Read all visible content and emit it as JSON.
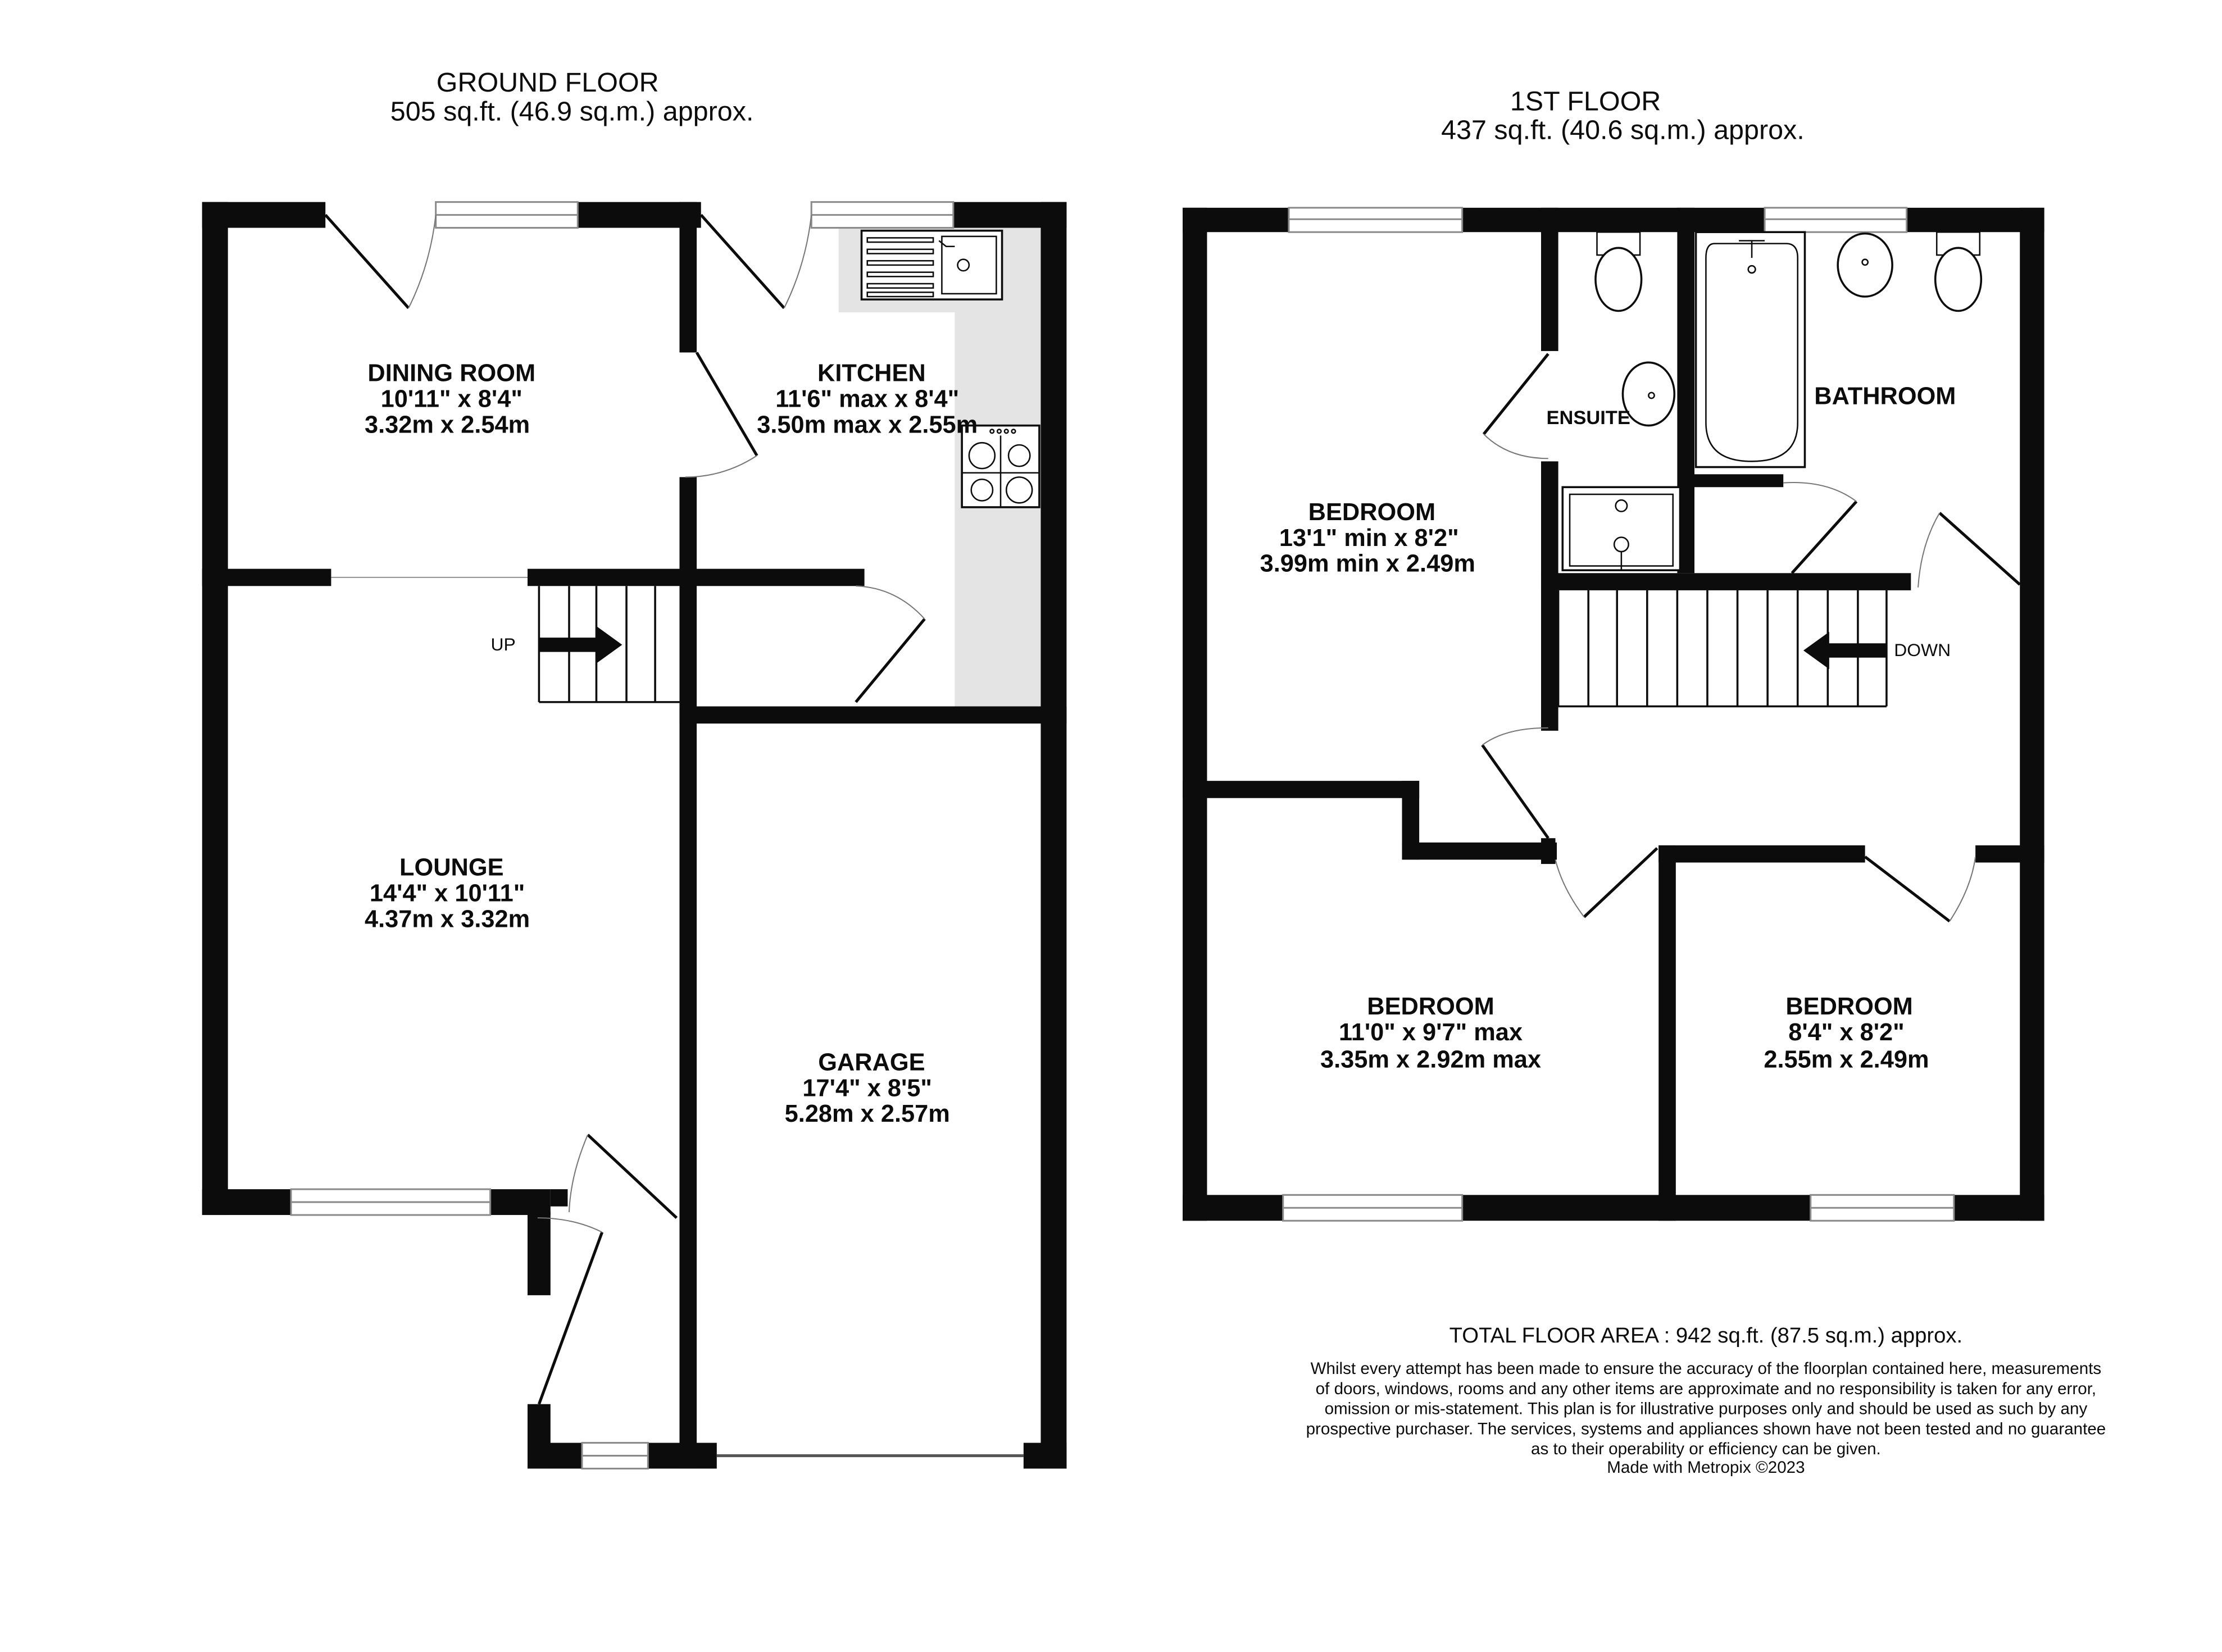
{
  "ground_floor": {
    "title": "GROUND FLOOR",
    "area": "505 sq.ft. (46.9 sq.m.) approx.",
    "rooms": [
      {
        "name": "DINING ROOM",
        "imperial": "10'11\"  x 8'4\"",
        "metric": "3.32m  x 2.54m"
      },
      {
        "name": "KITCHEN",
        "imperial": "11'6\" max x 8'4\"",
        "metric": "3.50m max x 2.55m"
      },
      {
        "name": "LOUNGE",
        "imperial": "14'4\"  x 10'11\"",
        "metric": "4.37m  x 3.32m"
      },
      {
        "name": "GARAGE",
        "imperial": "17'4\"  x 8'5\"",
        "metric": "5.28m  x 2.57m"
      }
    ],
    "stairs_label": "UP"
  },
  "first_floor": {
    "title": "1ST FLOOR",
    "area": "437 sq.ft. (40.6 sq.m.) approx.",
    "rooms": [
      {
        "name": "BEDROOM",
        "imperial": "13'1\" min x 8'2\"",
        "metric": "3.99m min x 2.49m"
      },
      {
        "name": "ENSUITE"
      },
      {
        "name": "BATHROOM"
      },
      {
        "name": "BEDROOM",
        "imperial": "11'0\"  x 9'7\" max",
        "metric": "3.35m  x 2.92m max"
      },
      {
        "name": "BEDROOM",
        "imperial": "8'4\"  x 8'2\"",
        "metric": "2.55m  x 2.49m"
      }
    ],
    "stairs_label": "DOWN"
  },
  "footer": {
    "total_area": "TOTAL FLOOR AREA : 942 sq.ft. (87.5 sq.m.) approx.",
    "disclaimer_lines": [
      "Whilst every attempt has been made to ensure the accuracy of the floorplan contained here, measurements",
      "of doors, windows, rooms and any other items are approximate and no responsibility is taken for any error,",
      "omission or mis-statement. This plan is for illustrative purposes only and should be used as such by any",
      "prospective purchaser. The services, systems and appliances shown have not been tested and no guarantee",
      "as to their operability or efficiency can be given."
    ],
    "credit": "Made with Metropix ©2023"
  },
  "colors": {
    "wall": "#0c0c0c",
    "counter": "#e4e4e4",
    "window": "#8a8a8a",
    "background": "#ffffff"
  }
}
